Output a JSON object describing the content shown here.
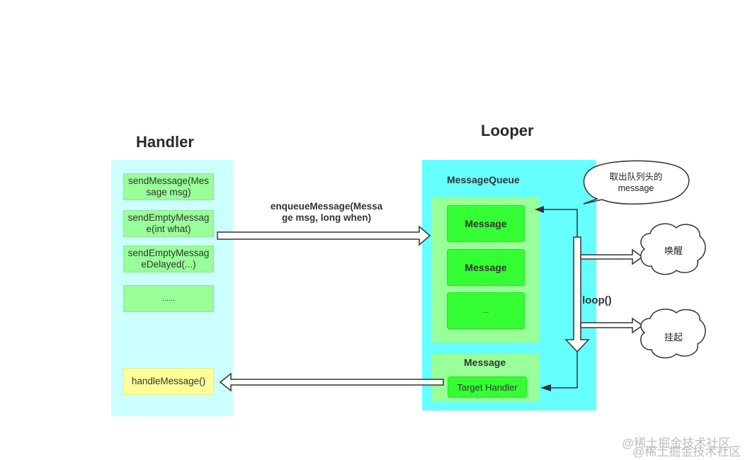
{
  "handler": {
    "title": "Handler",
    "methods": [
      "sendMessage(Message msg)",
      "sendEmptyMessage(int what)",
      "sendEmptyMessageDelayed(...)",
      "......"
    ],
    "handle_message": "handleMessage()"
  },
  "enqueue_label": "enqueueMessage(Message msg, long when)",
  "looper": {
    "title": "Looper",
    "queue_label": "MessageQueue",
    "queue_items": [
      "Message",
      "Message",
      "..."
    ],
    "out_message": "Message",
    "target_handler": "Target Handler",
    "loop_label": "loop()"
  },
  "callouts": {
    "dequeue": "取出队列头的message",
    "wake": "唤醒",
    "suspend": "挂起"
  },
  "watermark": "@稀土掘金技术社区",
  "colors": {
    "handler_bg": "#ccffff",
    "looper_bg": "#66ffff",
    "light_green": "#99ff99",
    "bright_green": "#33ff33",
    "yellow": "#ffff99"
  }
}
